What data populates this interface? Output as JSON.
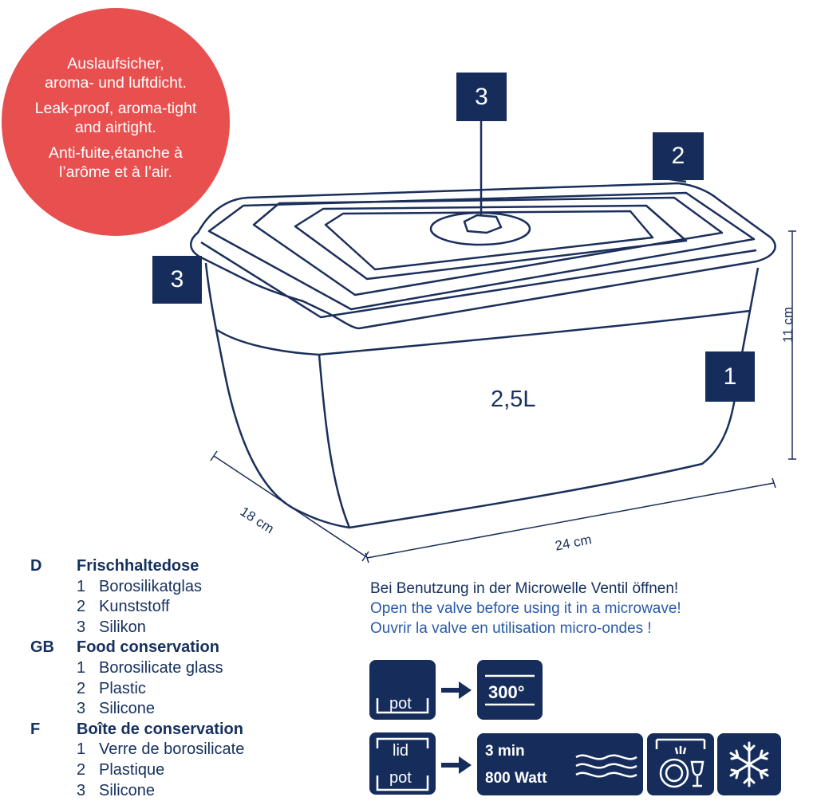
{
  "badge": {
    "de": "Auslaufsicher,\naroma- und luftdicht.",
    "en": "Leak-proof, aroma-tight\nand airtight.",
    "fr": "Anti-fuite,étanche à\nl’arôme et à l’air."
  },
  "callouts": {
    "valve": "3",
    "lid": "2",
    "seal": "3",
    "glass": "1"
  },
  "capacity": "2,5L",
  "dimensions": {
    "height": "11 cm",
    "depth": "18 cm",
    "width": "24 cm"
  },
  "legend": [
    {
      "code": "D",
      "title": "Frischhaltedose",
      "items": [
        [
          "1",
          "Borosilikatglas"
        ],
        [
          "2",
          "Kunststoff"
        ],
        [
          "3",
          "Silikon"
        ]
      ]
    },
    {
      "code": "GB",
      "title": "Food conservation",
      "items": [
        [
          "1",
          "Borosilicate glass"
        ],
        [
          "2",
          "Plastic"
        ],
        [
          "3",
          "Silicone"
        ]
      ]
    },
    {
      "code": "F",
      "title": "Boîte de conservation",
      "items": [
        [
          "1",
          "Verre de borosilicate"
        ],
        [
          "2",
          "Plastique"
        ],
        [
          "3",
          "Silicone"
        ]
      ]
    }
  ],
  "microwave": {
    "de": "Bei Benutzung in der Microwelle Ventil öffnen!",
    "en": "Open the valve before using it in a microwave!",
    "fr": "Ouvrir la valve en utilisation  micro-ondes !"
  },
  "icons": {
    "pot": "pot",
    "lid": "lid",
    "oven_temp": "300°",
    "mw_time": "3 min",
    "mw_power": "800 Watt"
  },
  "colors": {
    "navy": "#162d5c",
    "badge_red": "#e85050",
    "line": "#1b2f5b"
  }
}
